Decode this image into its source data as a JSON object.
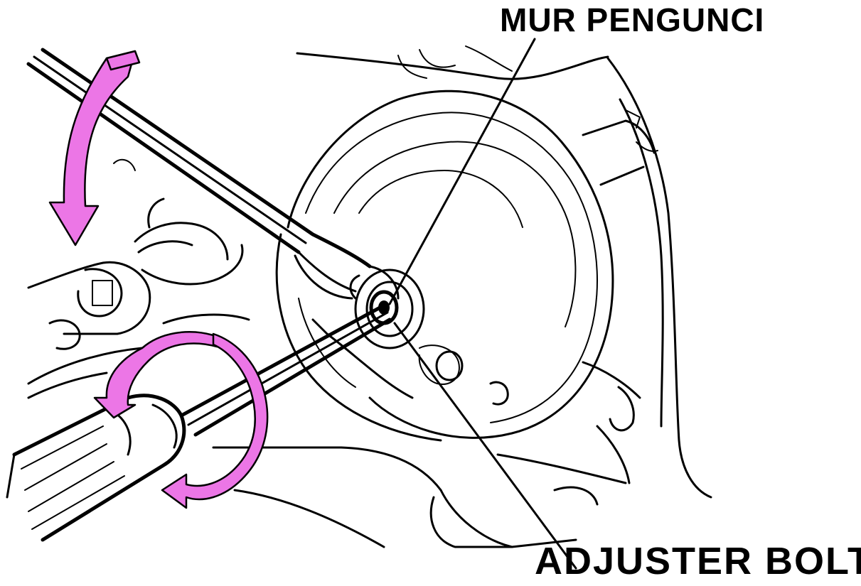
{
  "labels": {
    "lock_nut": "MUR PENGUNCI",
    "adjuster_bolt": "ADJUSTER BOLT"
  },
  "colors": {
    "arrow_fill": "#ec76e6",
    "line": "#000000",
    "background": "#ffffff"
  },
  "icons": {
    "swing_arrow": "curved-arrow-down",
    "rotate_arrow_small": "curved-arrow-counterclockwise",
    "rotate_arrow_large": "curved-arrow-clockwise"
  }
}
